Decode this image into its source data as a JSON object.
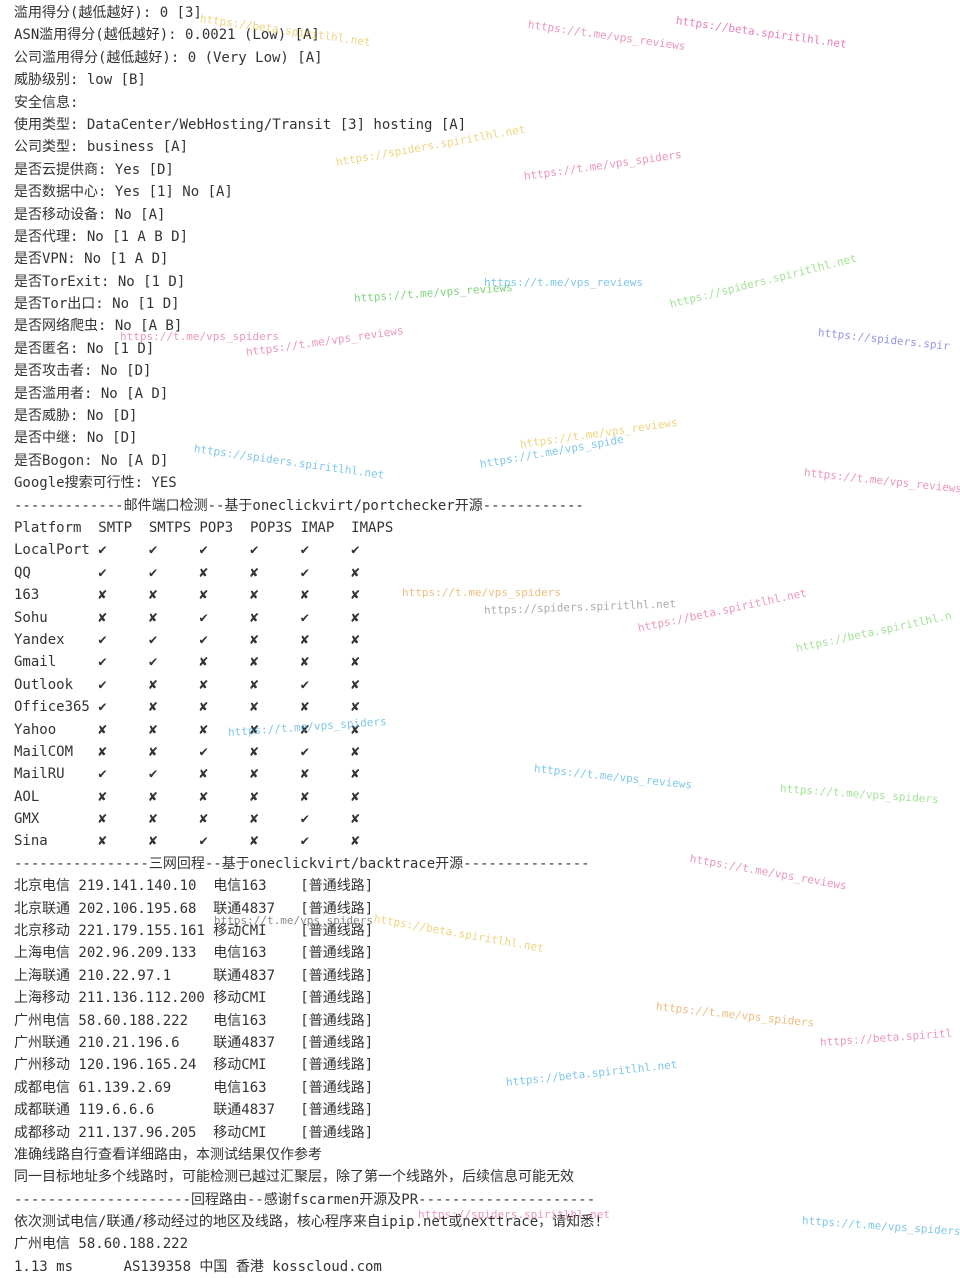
{
  "colors": {
    "background": "#ffffff",
    "text": "#333333"
  },
  "lines": [
    "滥用得分(越低越好): 0 [3]",
    "ASN滥用得分(越低越好): 0.0021 (Low) [A]",
    "公司滥用得分(越低越好): 0 (Very Low) [A]",
    "威胁级别: low [B]",
    "安全信息:",
    "使用类型: DataCenter/WebHosting/Transit [3] hosting [A]",
    "公司类型: business [A]",
    "是否云提供商: Yes [D]",
    "是否数据中心: Yes [1] No [A]",
    "是否移动设备: No [A]",
    "是否代理: No [1 A B D]",
    "是否VPN: No [1 A D]",
    "是否TorExit: No [1 D]",
    "是否Tor出口: No [1 D]",
    "是否网络爬虫: No [A B]",
    "是否匿名: No [1 D]",
    "是否攻击者: No [D]",
    "是否滥用者: No [A D]",
    "是否威胁: No [D]",
    "是否中继: No [D]",
    "是否Bogon: No [A D]",
    "Google搜索可行性: YES",
    "-------------邮件端口检测--基于oneclickvirt/portchecker开源------------",
    "Platform  SMTP  SMTPS POP3  POP3S IMAP  IMAPS",
    "LocalPort ✔     ✔     ✔     ✔     ✔     ✔",
    "QQ        ✔     ✔     ✘     ✘     ✔     ✘",
    "163       ✘     ✘     ✘     ✘     ✘     ✘",
    "Sohu      ✘     ✘     ✔     ✘     ✔     ✘",
    "Yandex    ✔     ✔     ✔     ✘     ✘     ✘",
    "Gmail     ✔     ✔     ✘     ✘     ✘     ✘",
    "Outlook   ✔     ✘     ✘     ✘     ✔     ✘",
    "Office365 ✔     ✘     ✘     ✘     ✘     ✘",
    "Yahoo     ✘     ✘     ✘     ✘     ✘     ✘",
    "MailCOM   ✘     ✘     ✔     ✘     ✔     ✘",
    "MailRU    ✔     ✔     ✘     ✘     ✘     ✘",
    "AOL       ✘     ✘     ✘     ✘     ✘     ✘",
    "GMX       ✘     ✘     ✘     ✘     ✔     ✘",
    "Sina      ✘     ✘     ✔     ✘     ✔     ✘",
    "----------------三网回程--基于oneclickvirt/backtrace开源---------------",
    "北京电信 219.141.140.10  电信163    [普通线路]",
    "北京联通 202.106.195.68  联通4837   [普通线路]",
    "北京移动 221.179.155.161 移动CMI    [普通线路]",
    "上海电信 202.96.209.133  电信163    [普通线路]",
    "上海联通 210.22.97.1     联通4837   [普通线路]",
    "上海移动 211.136.112.200 移动CMI    [普通线路]",
    "广州电信 58.60.188.222   电信163    [普通线路]",
    "广州联通 210.21.196.6    联通4837   [普通线路]",
    "广州移动 120.196.165.24  移动CMI    [普通线路]",
    "成都电信 61.139.2.69     电信163    [普通线路]",
    "成都联通 119.6.6.6       联通4837   [普通线路]",
    "成都移动 211.137.96.205  移动CMI    [普通线路]",
    "准确线路自行查看详细路由，本测试结果仅作参考",
    "同一目标地址多个线路时，可能检测已越过汇聚层，除了第一个线路外，后续信息可能无效",
    "---------------------回程路由--感谢fscarmen开源及PR---------------------",
    "依次测试电信/联通/移动经过的地区及线路，核心程序来自ipip.net或nexttrace，请知悉!",
    "广州电信 58.60.188.222",
    "1.13 ms      AS139358 中国 香港 kosscloud.com"
  ],
  "watermarks": [
    {
      "text": "https://beta.spiritlhl.net",
      "color": "#e8c24a"
    },
    {
      "text": "https://t.me/vps_reviews",
      "color": "#e26aa3"
    },
    {
      "text": "https://beta.spiritlhl.net",
      "color": "#d94aa0"
    },
    {
      "text": "https://spiders.spiritlhl.net",
      "color": "#e8c24a"
    },
    {
      "text": "https://t.me/vps_spiders",
      "color": "#e26aa3"
    },
    {
      "text": "https://t.me/vps_reviews",
      "color": "#4ab0e0"
    },
    {
      "text": "https://spiders.spiritlhl.net",
      "color": "#7cd66a"
    },
    {
      "text": "https://t.me/vps_reviews",
      "color": "#e26aa3"
    },
    {
      "text": "https://spiders.spir",
      "color": "#6a6ad9"
    },
    {
      "text": "https://t.me/vps_reviews",
      "color": "#4ac24a"
    },
    {
      "text": "https://t.me/vps_spiders",
      "color": "#e26aa3"
    },
    {
      "text": "https://spiders.spiritlhl.net",
      "color": "#4ab0e0"
    },
    {
      "text": "https://t.me/vps_reviews",
      "color": "#e8c24a"
    },
    {
      "text": "https://t.me/vps_reviews",
      "color": "#e26aa3"
    },
    {
      "text": "https://t.me/vps_spide",
      "color": "#4ab0e0"
    },
    {
      "text": "https://t.me/vps_spiders",
      "color": "#e8a24a"
    },
    {
      "text": "https://spiders.spiritlhl.net",
      "color": "#888888"
    },
    {
      "text": "https://beta.spiritlhl.net",
      "color": "#e26aa3"
    },
    {
      "text": "https://beta.spiritlhl.n",
      "color": "#7cd66a"
    },
    {
      "text": "https://t.me/vps_spiders",
      "color": "#4ab0e0"
    },
    {
      "text": "https://t.me/vps_reviews",
      "color": "#4ab0e0"
    },
    {
      "text": "https://t.me/vps_spiders",
      "color": "#7cd66a"
    },
    {
      "text": "https://t.me/vps_reviews",
      "color": "#e26aa3"
    },
    {
      "text": "https://t.me/vps_spiders",
      "color": "#555555"
    },
    {
      "text": "https://beta.spiritlhl.net",
      "color": "#e8c24a"
    },
    {
      "text": "https://t.me/vps_spiders",
      "color": "#e8a24a"
    },
    {
      "text": "https://beta.spiritl",
      "color": "#e26aa3"
    },
    {
      "text": "https://beta.spiritlhl.net",
      "color": "#4ab0e0"
    },
    {
      "text": "https://spiders.spiritlhl.net",
      "color": "#e26aa3"
    },
    {
      "text": "https://t.me/vps_spiders",
      "color": "#4ab0e0"
    }
  ]
}
